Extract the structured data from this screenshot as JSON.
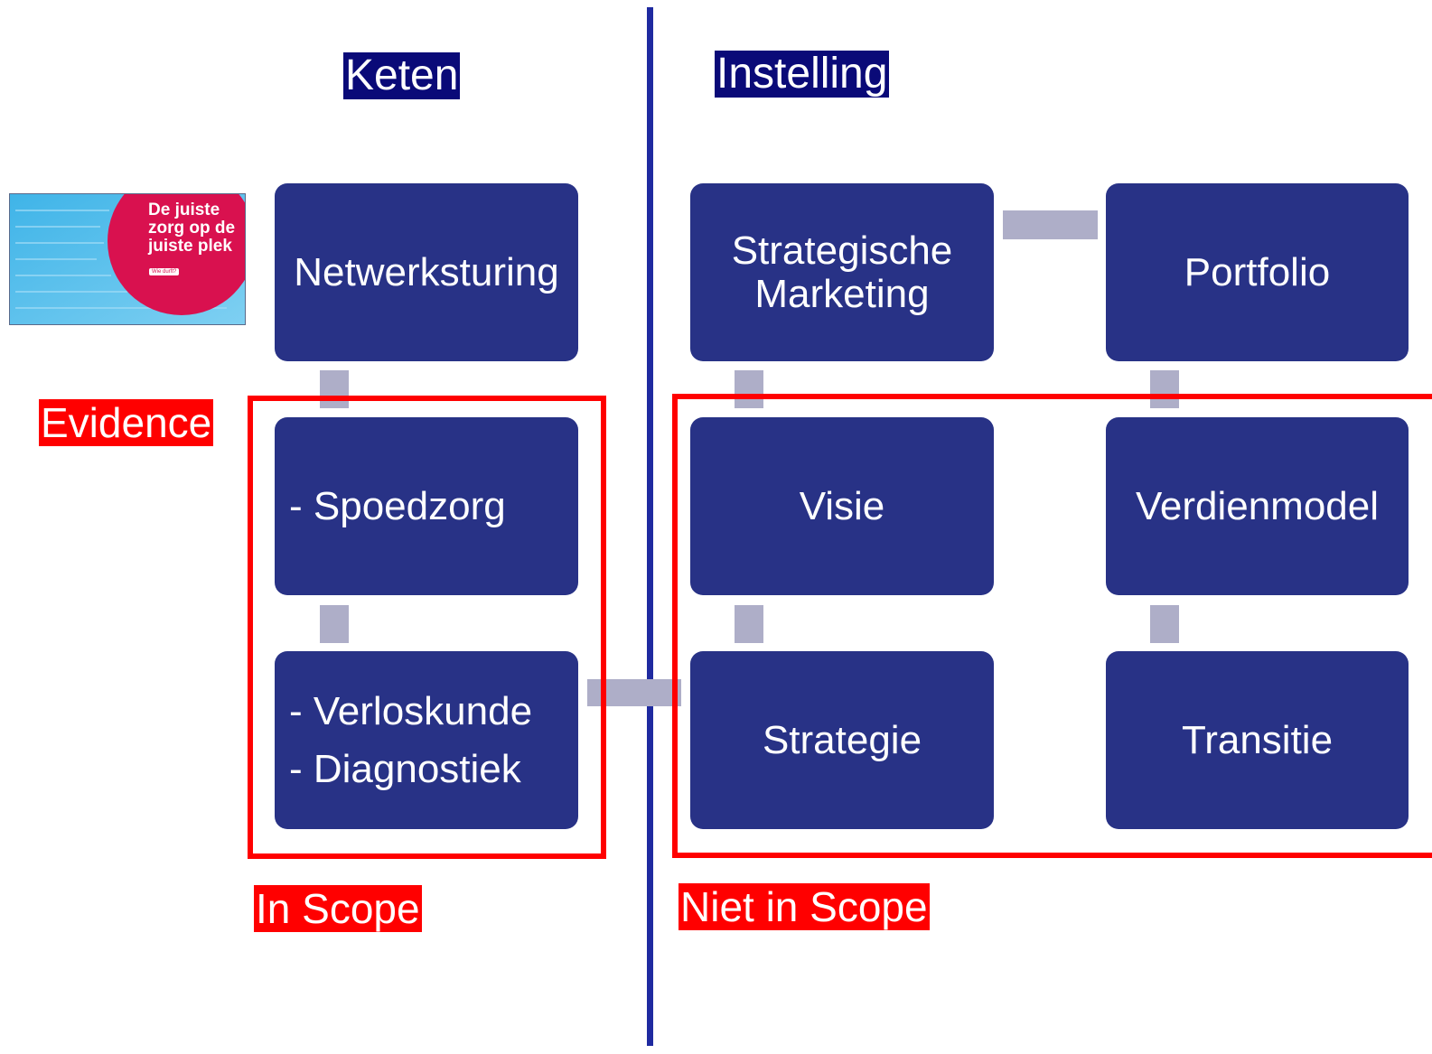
{
  "headings": {
    "left": "Keten",
    "right": "Instelling"
  },
  "left_column": {
    "top_box": "Netwerksturing",
    "middle_box": "- Spoedzorg",
    "bottom_box": [
      "- Verloskunde",
      "- Diagnostiek"
    ]
  },
  "right_column_a": {
    "top_box": [
      "Strategische",
      "Marketing"
    ],
    "middle_box": "Visie",
    "bottom_box": "Strategie"
  },
  "right_column_b": {
    "top_box": "Portfolio",
    "middle_box": "Verdienmodel",
    "bottom_box": "Transitie"
  },
  "labels": {
    "evidence": "Evidence",
    "in_scope": "In Scope",
    "niet_in_scope": "Niet in Scope"
  },
  "report_thumbnail": {
    "title_lines": [
      "De juiste",
      "zorg op de",
      "juiste plek"
    ],
    "button": "Wie durft?"
  },
  "colors": {
    "box": "#283286",
    "heading_bg": "#0a0a78",
    "divider": "#1f2aa0",
    "scope_red": "#ff0000",
    "connector": "#aeaec8"
  }
}
